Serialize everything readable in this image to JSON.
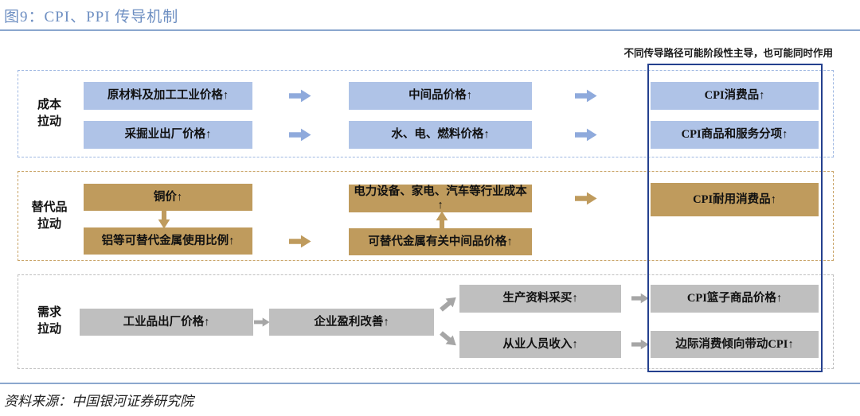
{
  "header": {
    "title": "图9：CPI、PPI 传导机制",
    "note": "不同传导路径可能阶段性主导，也可能同时作用"
  },
  "footer": {
    "source": "资料来源：中国银河证券研究院"
  },
  "sections": [
    {
      "id": "cost",
      "label": "成本\n拉动"
    },
    {
      "id": "substitute",
      "label": "替代品\n拉动"
    },
    {
      "id": "demand",
      "label": "需求\n拉动"
    }
  ],
  "nodes": {
    "raw_materials": "原材料及加工工业价格↑",
    "mining_exfactory": "采掘业出厂价格↑",
    "intermediate_goods": "中间品价格↑",
    "water_electricity_fuel": "水、电、燃料价格↑",
    "cpi_consumer_goods": "CPI消费品↑",
    "cpi_goods_services": "CPI商品和服务分项↑",
    "copper_price": "铜价↑",
    "aluminum_substitute_ratio": "铝等可替代金属使用比例↑",
    "industry_costs": "电力设备、家电、汽车等行业成本↑",
    "substitute_metal_intermediate": "可替代金属有关中间品价格↑",
    "cpi_durable_goods": "CPI耐用消费品↑",
    "industrial_exfactory": "工业品出厂价格↑",
    "corporate_profit": "企业盈利改善↑",
    "production_materials": "生产资料采买↑",
    "employee_income": "从业人员收入↑",
    "cpi_basket_price": "CPI篮子商品价格↑",
    "marginal_consumption_cpi": "边际消费倾向带动CPI↑"
  },
  "colors": {
    "title": "#6E8FC2",
    "rule": "#8BA7CE",
    "highlight_border": "#24408E",
    "cost_box": "#AFC3E7",
    "cost_arrow": "#8FAADC",
    "cost_border": "#9FB8E2",
    "substitute_box": "#BF9B5D",
    "substitute_arrow": "#BF9B5D",
    "substitute_border": "#C9A468",
    "demand_box": "#BFBFBF",
    "demand_arrow": "#A6A6A6",
    "demand_border": "#BFBFBF"
  }
}
